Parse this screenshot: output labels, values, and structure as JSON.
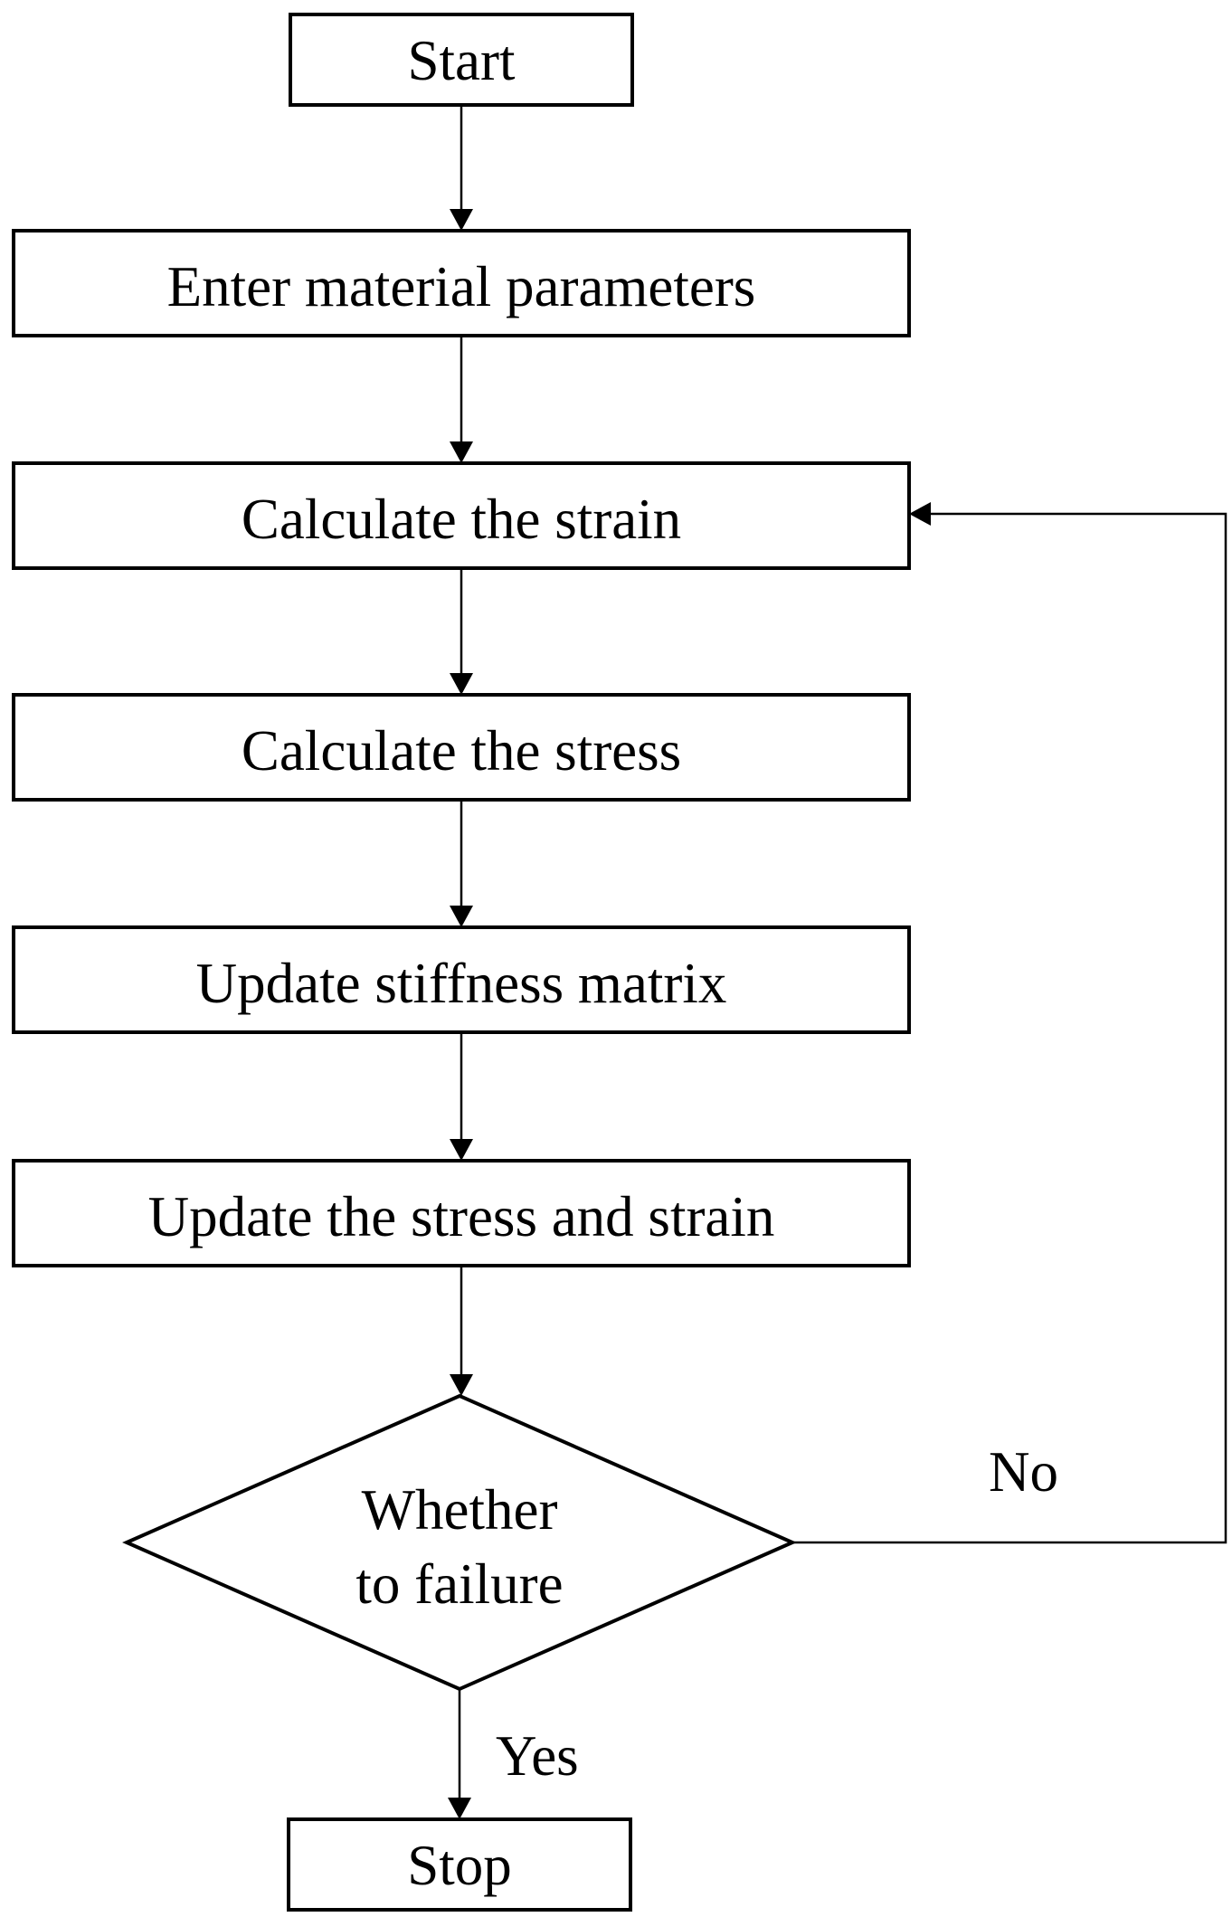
{
  "flowchart": {
    "start": "Start",
    "step_enter": "Enter material parameters",
    "step_strain": "Calculate the strain",
    "step_stress": "Calculate the stress",
    "step_stiffness": "Update stiffness matrix",
    "step_update": "Update the stress and strain",
    "decision_line1": "Whether",
    "decision_line2": "to failure",
    "label_no": "No",
    "label_yes": "Yes",
    "stop": "Stop"
  }
}
